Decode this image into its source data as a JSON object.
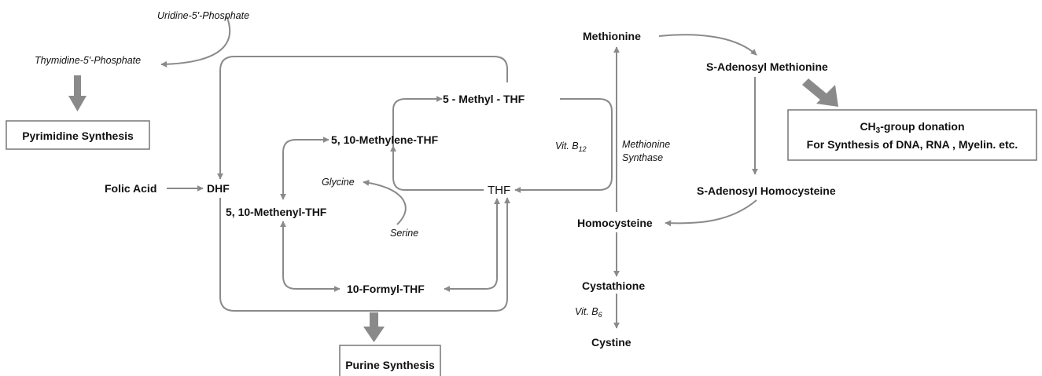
{
  "nodes": {
    "uridine": "Uridine-5'-Phosphate",
    "thymidine": "Thymidine-5'-Phosphate",
    "pyrimidine": "Pyrimidine Synthesis",
    "folic_acid": "Folic Acid",
    "dhf": "DHF",
    "methylene_thf": "5, 10-Methylene-THF",
    "methyl_thf": "5 - Methyl - THF",
    "methenyl_thf": "5, 10-Methenyl-THF",
    "formyl_thf": "10-Formyl-THF",
    "thf": "THF",
    "glycine": "Glycine",
    "serine": "Serine",
    "purine": "Purine Synthesis",
    "methionine": "Methionine",
    "sam": "S-Adenosyl Methionine",
    "sah": "S-Adenosyl Homocysteine",
    "homocysteine": "Homocysteine",
    "cystathione": "Cystathione",
    "cystine": "Cystine",
    "methionine_synthase_1": "Methionine",
    "methionine_synthase_2": "Synthase",
    "vit_b12": "Vit. B",
    "vit_b12_sub": "12",
    "vit_b6": "Vit. B",
    "vit_b6_sub": "6",
    "ch3_line1_a": "CH",
    "ch3_line1_sub": "3",
    "ch3_line1_b": "-group donation",
    "ch3_line2": "For Synthesis of DNA, RNA , Myelin. etc."
  },
  "colors": {
    "line": "#8a8a8a",
    "text": "#111111",
    "box_border": "#777777"
  }
}
